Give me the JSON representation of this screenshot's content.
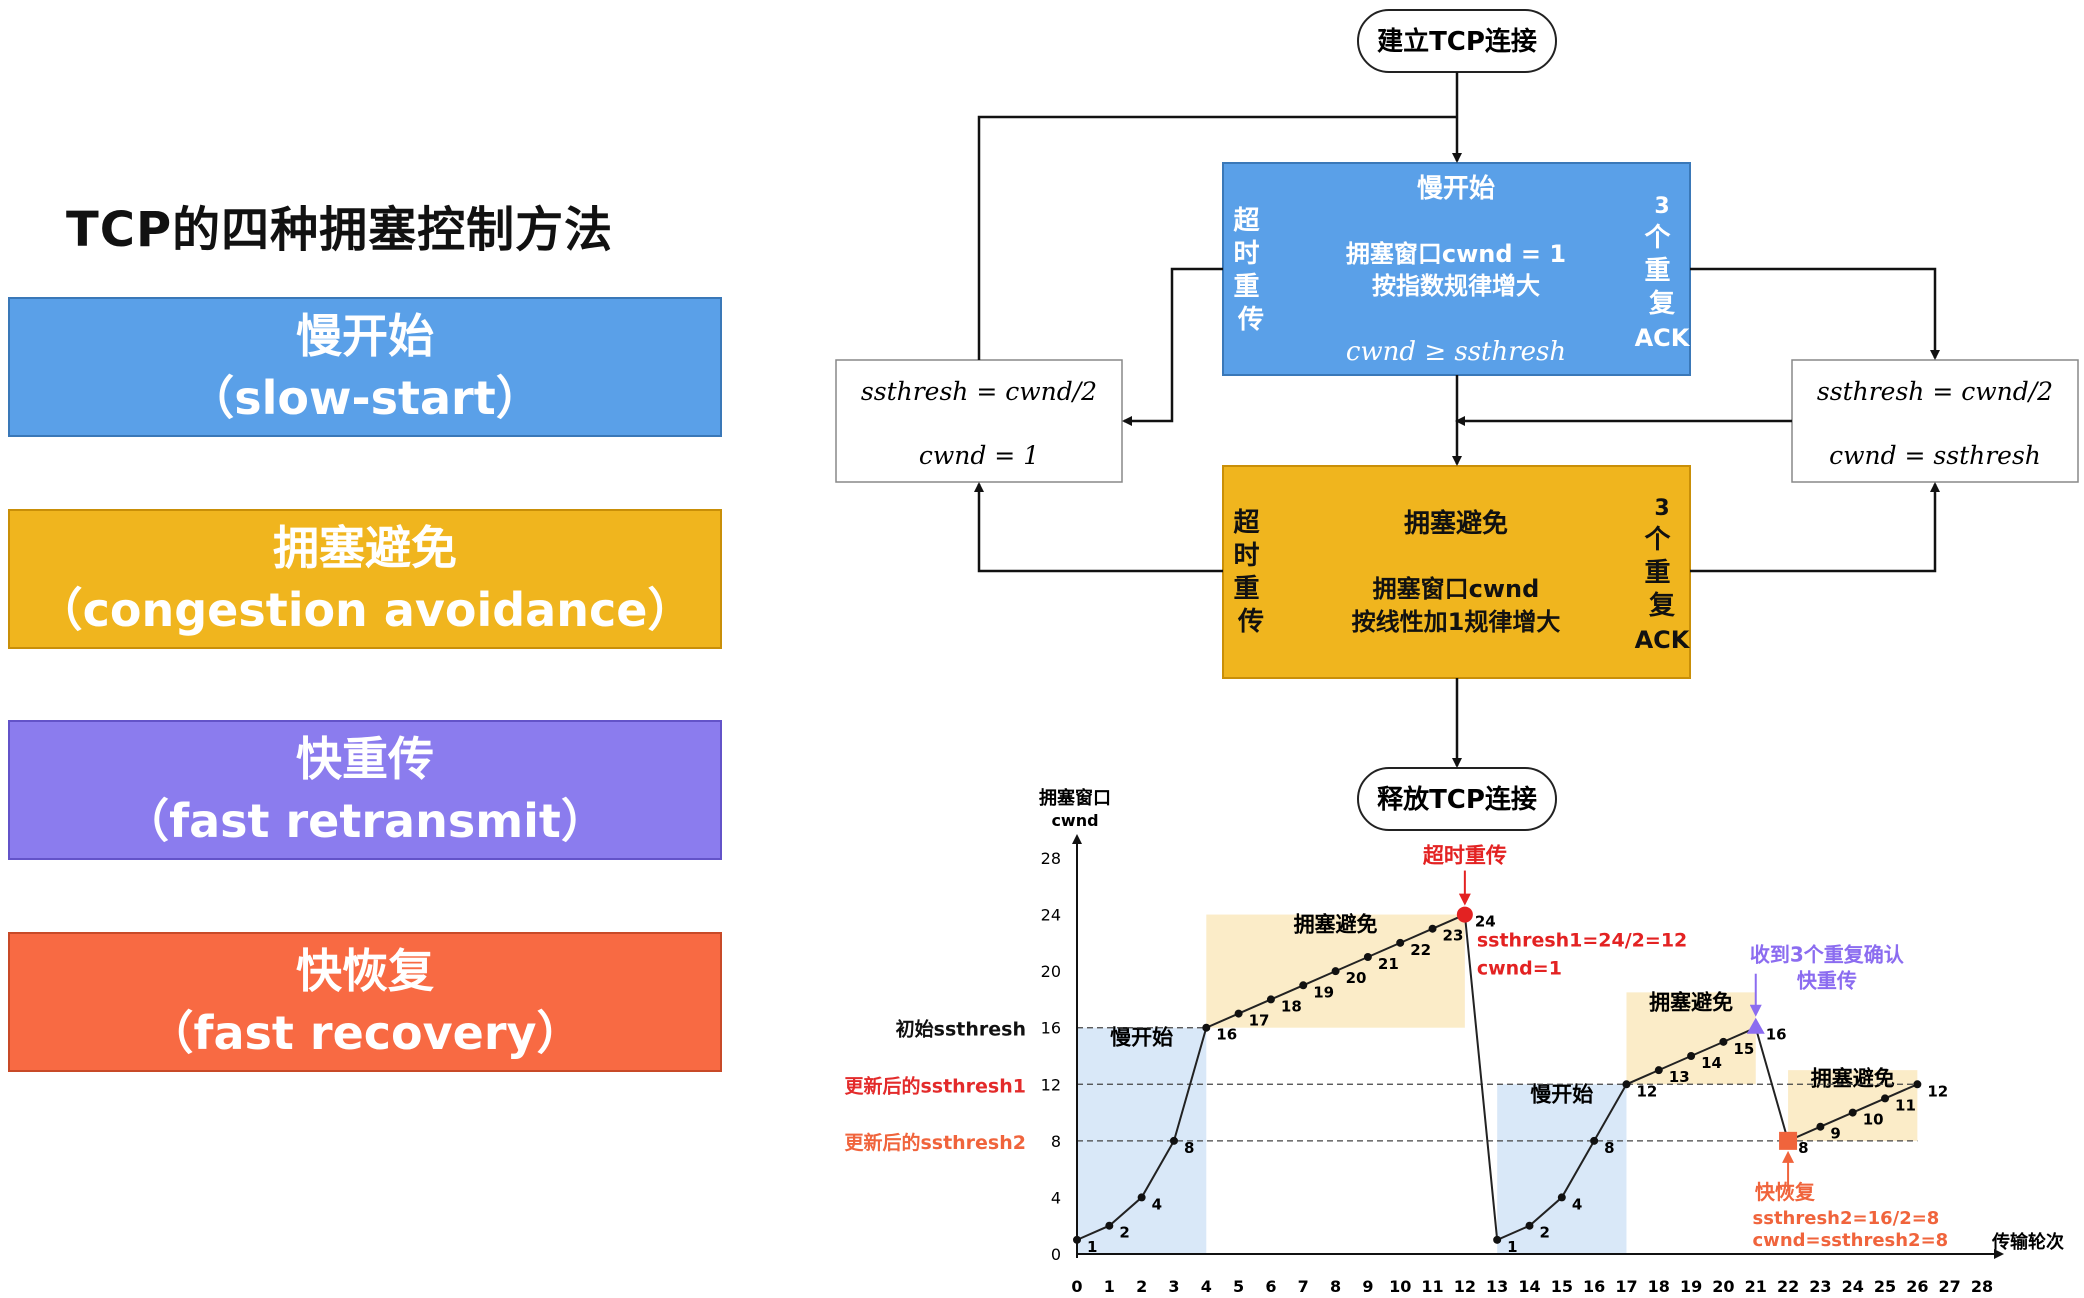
{
  "title": "TCP的四种拥塞控制方法",
  "methods": [
    {
      "cn": "慢开始",
      "en": "（slow-start）"
    },
    {
      "cn": "拥塞避免",
      "en": "（congestion avoidance）"
    },
    {
      "cn": "快重传",
      "en": "（fast retransmit）"
    },
    {
      "cn": "快恢复",
      "en": "（fast recovery）"
    }
  ],
  "flow": {
    "establish": "建立TCP连接",
    "release": "释放TCP连接",
    "slow_start": {
      "title": "慢开始",
      "line1": "拥塞窗口cwnd = 1",
      "line2": "按指数规律增大",
      "condition": "cwnd ≥ ssthresh",
      "left_vertical": "超时重传",
      "right_num": "3",
      "right_vertical": "个重复",
      "right_ack": "ACK"
    },
    "congestion_avoidance": {
      "title": "拥塞避免",
      "line1": "拥塞窗口cwnd",
      "line2": "按线性加1规律增大",
      "left_vertical": "超时重传",
      "right_num": "3",
      "right_vertical": "个重复",
      "right_ack": "ACK"
    },
    "left_box": {
      "line1": "ssthresh = cwnd/2",
      "line2": "cwnd = 1"
    },
    "right_box": {
      "line1": "ssthresh = cwnd/2",
      "line2": "cwnd = ssthresh"
    }
  },
  "chart_data": {
    "type": "line",
    "ylabel_line1": "拥塞窗口",
    "ylabel_line2": "cwnd",
    "xlabel": "传输轮次",
    "x_ticks": [
      0,
      1,
      2,
      3,
      4,
      5,
      6,
      7,
      8,
      9,
      10,
      11,
      12,
      13,
      14,
      15,
      16,
      17,
      18,
      19,
      20,
      21,
      22,
      23,
      24,
      25,
      26,
      27,
      28
    ],
    "y_ticks": [
      0,
      4,
      8,
      12,
      16,
      20,
      24,
      28
    ],
    "xlim": [
      0,
      28
    ],
    "ylim": [
      0,
      28
    ],
    "series": [
      {
        "x": [
          0,
          1,
          2,
          3,
          4,
          5,
          6,
          7,
          8,
          9,
          10,
          11,
          12
        ],
        "y": [
          1,
          2,
          4,
          8,
          16,
          17,
          18,
          19,
          20,
          21,
          22,
          23,
          24
        ]
      },
      {
        "x": [
          12,
          13,
          14,
          15,
          16,
          17,
          18,
          19,
          20,
          21
        ],
        "y": [
          24,
          1,
          2,
          4,
          8,
          12,
          13,
          14,
          15,
          16
        ]
      },
      {
        "x": [
          21,
          22,
          23,
          24,
          25,
          26
        ],
        "y": [
          16,
          8,
          9,
          10,
          11,
          12
        ]
      }
    ],
    "point_labels": [
      {
        "x": 0,
        "y": 1,
        "text": "1"
      },
      {
        "x": 1,
        "y": 2,
        "text": "2"
      },
      {
        "x": 2,
        "y": 4,
        "text": "4"
      },
      {
        "x": 3,
        "y": 8,
        "text": "8"
      },
      {
        "x": 4,
        "y": 16,
        "text": "16"
      },
      {
        "x": 5,
        "y": 17,
        "text": "17"
      },
      {
        "x": 6,
        "y": 18,
        "text": "18"
      },
      {
        "x": 7,
        "y": 19,
        "text": "19"
      },
      {
        "x": 8,
        "y": 20,
        "text": "20"
      },
      {
        "x": 9,
        "y": 21,
        "text": "21"
      },
      {
        "x": 10,
        "y": 22,
        "text": "22"
      },
      {
        "x": 11,
        "y": 23,
        "text": "23"
      },
      {
        "x": 12,
        "y": 24,
        "text": "24"
      },
      {
        "x": 13,
        "y": 1,
        "text": "1"
      },
      {
        "x": 14,
        "y": 2,
        "text": "2"
      },
      {
        "x": 15,
        "y": 4,
        "text": "4"
      },
      {
        "x": 16,
        "y": 8,
        "text": "8"
      },
      {
        "x": 17,
        "y": 12,
        "text": "12"
      },
      {
        "x": 18,
        "y": 13,
        "text": "13"
      },
      {
        "x": 19,
        "y": 14,
        "text": "14"
      },
      {
        "x": 20,
        "y": 15,
        "text": "15"
      },
      {
        "x": 21,
        "y": 16,
        "text": "16"
      },
      {
        "x": 22,
        "y": 8,
        "text": "8"
      },
      {
        "x": 23,
        "y": 9,
        "text": "9"
      },
      {
        "x": 24,
        "y": 10,
        "text": "10"
      },
      {
        "x": 25,
        "y": 11,
        "text": "11"
      },
      {
        "x": 26,
        "y": 12,
        "text": "12"
      }
    ],
    "thresholds": [
      {
        "y": 16,
        "label": "初始ssthresh",
        "color": "#111111"
      },
      {
        "y": 12,
        "label": "更新后的ssthresh1",
        "color": "#e32b2b"
      },
      {
        "y": 8,
        "label": "更新后的ssthresh2",
        "color": "#f0643c"
      }
    ],
    "regions": [
      {
        "label": "慢开始",
        "color": "#d9e8f8"
      },
      {
        "label": "拥塞避免",
        "color": "#fbecc8"
      },
      {
        "label": "慢开始",
        "color": "#d9e8f8"
      },
      {
        "label": "拥塞避免",
        "color": "#fbecc8"
      },
      {
        "label": "拥塞避免",
        "color": "#fbecc8"
      }
    ],
    "annotations": {
      "timeout_title": "超时重传",
      "timeout_line1": "ssthresh1=24/2=12",
      "timeout_line2": "cwnd=1",
      "dupack_line1": "收到3个重复确认",
      "dupack_line2": "快重传",
      "recovery_title": "快恢复",
      "recovery_line1": "ssthresh2=16/2=8",
      "recovery_line2": "cwnd=ssthresh2=8"
    },
    "colors": {
      "timeout": "#e32222",
      "dupack": "#8b6cf0",
      "recovery": "#f0643c"
    }
  }
}
